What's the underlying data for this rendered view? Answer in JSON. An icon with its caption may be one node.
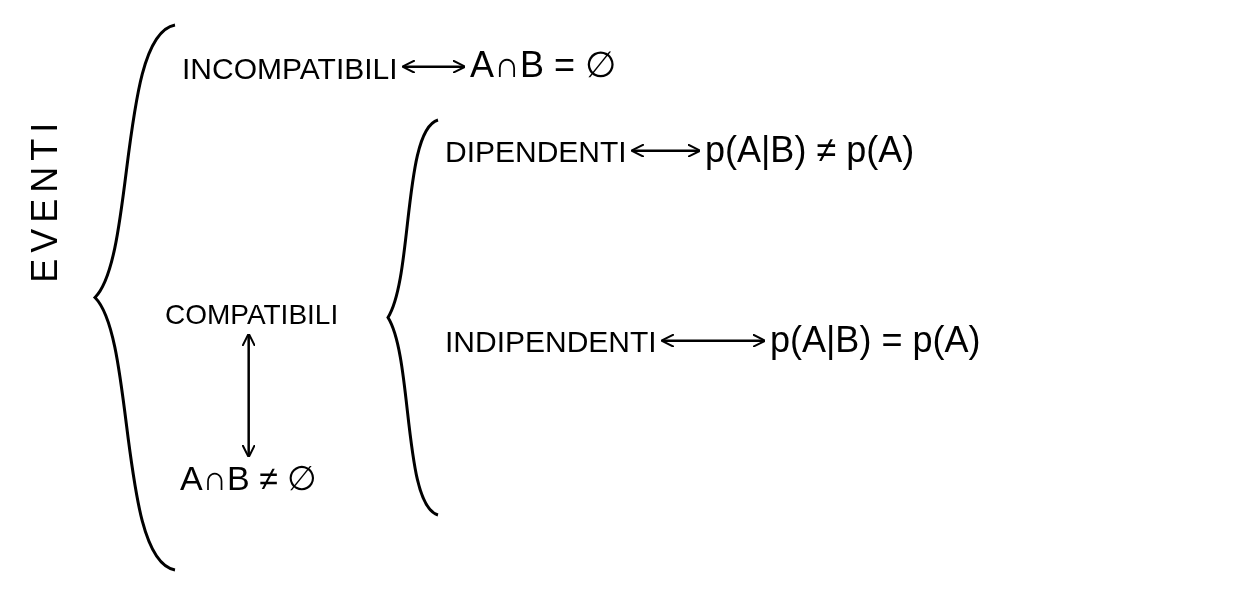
{
  "diagram": {
    "nodes": [
      {
        "text": [
          "EVENTI"
        ]
      },
      {
        "text": [
          "INCOMPATIBILI"
        ]
      },
      {
        "text": [
          "A∩B = ∅"
        ]
      },
      {
        "text": [
          "COMPATIBILI"
        ]
      },
      {
        "text": [
          "DIPENDENTI"
        ]
      },
      {
        "text": [
          "p(A|B) ≠ p(A)"
        ]
      },
      {
        "text": [
          "INDIPENDENTI"
        ]
      },
      {
        "text": [
          "p(A|B) = p(A)"
        ]
      },
      {
        "text": [
          "A∩B ≠ ∅"
        ]
      }
    ],
    "edges": [
      {
        "from": 1,
        "to": 2,
        "arrow": "both"
      },
      {
        "from": 4,
        "to": 5,
        "arrow": "both"
      },
      {
        "from": 6,
        "to": 7,
        "arrow": "both"
      },
      {
        "from": 3,
        "to": 8,
        "arrow": "both"
      }
    ]
  }
}
